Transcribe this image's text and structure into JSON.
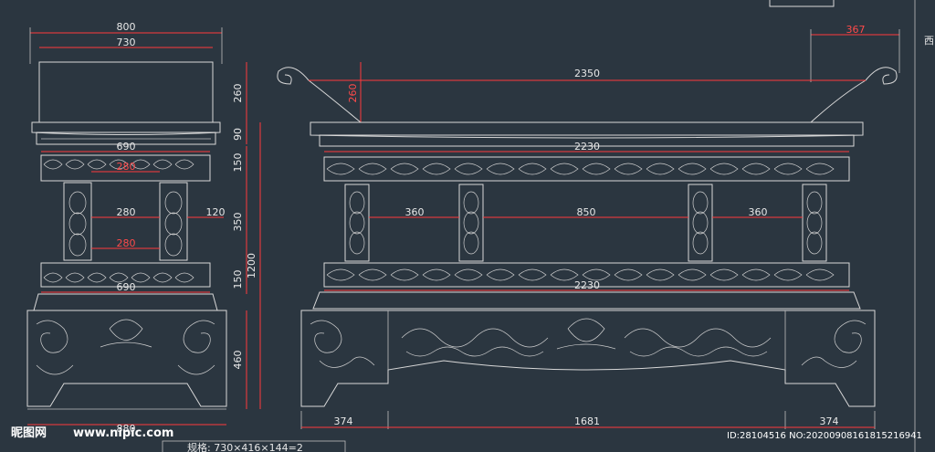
{
  "drawing": {
    "side_view": {
      "dims_top": [
        "800",
        "730"
      ],
      "dims_inner": [
        "690",
        "280",
        "280",
        "120",
        "280",
        "690"
      ],
      "dims_vertical": [
        "260",
        "90",
        "150",
        "350",
        "150",
        "460",
        "1200"
      ],
      "dim_bottom": "880"
    },
    "front_view": {
      "dims_top": [
        "367",
        "2350",
        "260"
      ],
      "dims_mid": [
        "2230",
        "360",
        "850",
        "360",
        "2230"
      ],
      "dims_bottom": [
        "374",
        "1681",
        "374"
      ]
    },
    "corner_text": "西",
    "bottom_caption": "规格: 730×416×144=2"
  },
  "watermark": {
    "logo": "昵图网",
    "site": "www.nipic.com",
    "id": "ID:28104516 NO:20200908161815216941"
  },
  "colors": {
    "background": "#2b3640",
    "linework": "#d8d8d8",
    "dimension_red": "#ff3b3b"
  }
}
